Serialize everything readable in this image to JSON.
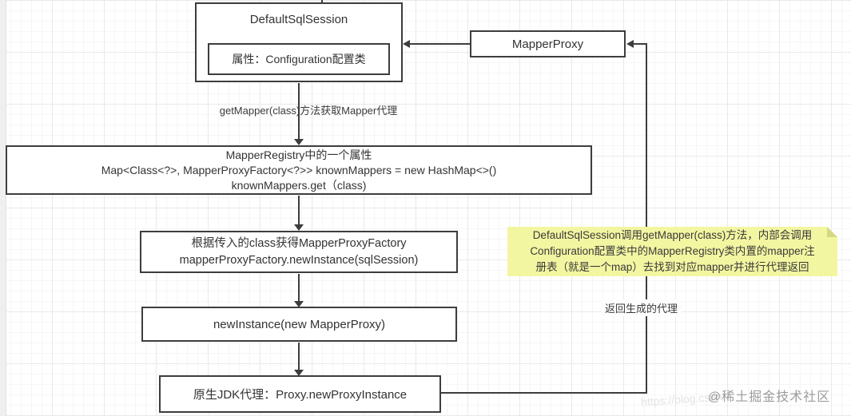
{
  "colors": {
    "shape_border": "#3d3d3d",
    "note_bg": "#f3f6a1",
    "note_fold": "#d5d981",
    "watermark_gray": "#9c9c9c"
  },
  "nodes": {
    "default_sql_session": {
      "title": "DefaultSqlSession",
      "attribute": "属性：Configuration配置类"
    },
    "mapper_proxy": {
      "label": "MapperProxy"
    },
    "mapper_registry": {
      "line1": "MapperRegistry中的一个属性",
      "line2": "Map<Class<?>, MapperProxyFactory<?>> knownMappers = new HashMap<>()",
      "line3": "knownMappers.get（class)"
    },
    "get_factory": {
      "line1": "根据传入的class获得MapperProxyFactory",
      "line2": "mapperProxyFactory.newInstance(sqlSession)"
    },
    "new_instance": {
      "label": "newInstance(new MapperProxy)"
    },
    "jdk_proxy": {
      "label": "原生JDK代理：Proxy.newProxyInstance"
    }
  },
  "edges": {
    "get_mapper_label": "getMapper(class)方法获取Mapper代理",
    "return_proxy_label": "返回生成的代理"
  },
  "note": {
    "line1": "DefaultSqlSession调用getMapper(class)方法，内部会调用",
    "line2": "Configuration配置类中的MapperRegistry类内置的mapper注",
    "line3": "册表（就是一个map）去找到对应mapper并进行代理返回"
  },
  "watermark": {
    "community": "@稀土掘金技术社区",
    "url": "https://blog.csdn"
  }
}
